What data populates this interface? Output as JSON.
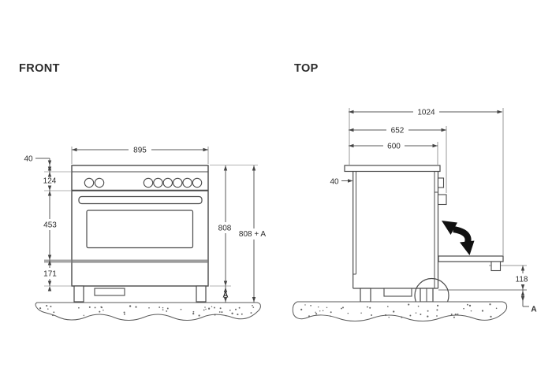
{
  "colors": {
    "outline": "#4a4a4a",
    "dim_line": "#5a5a5a",
    "ext_line": "#b3b3b3",
    "ext_line_dark": "#999999",
    "gray_band": "#9c9c9c",
    "arrow_fill": "#444444",
    "swing_arrow": "#111111",
    "text": "#2b2b2b",
    "background": "#ffffff"
  },
  "front": {
    "title": "FRONT",
    "dims": {
      "width": "895",
      "top_edge": "40",
      "control_panel": "124",
      "oven_door": "453",
      "drawer": "171",
      "body_height": "808",
      "total_height": "808 + A",
      "leg_height": "A"
    }
  },
  "top": {
    "title": "TOP",
    "dims": {
      "total_depth_door_open": "1024",
      "depth_to_handle": "652",
      "body_depth": "600",
      "rear_gap": "40",
      "door_drop": "118",
      "leg_height": "A"
    }
  }
}
